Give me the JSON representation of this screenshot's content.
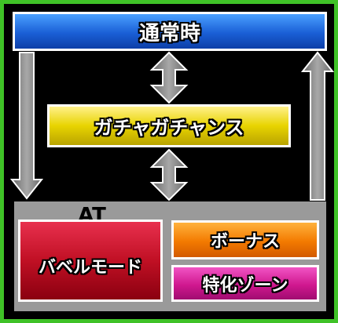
{
  "nodes": {
    "normal": "通常時",
    "gacha": "ガチャガチャンス",
    "at_label": "AT",
    "babel": "バベルモード",
    "bonus": "ボーナス",
    "special": "特化ゾーン"
  },
  "colors": {
    "background": "#3fc227",
    "normal": "#1a5fd6",
    "gacha": "#e8d400",
    "babel": "#c01024",
    "bonus": "#f37a00",
    "special": "#d0188f",
    "arrow": "#8c8c8c",
    "at_panel": "#9a9a9a"
  }
}
